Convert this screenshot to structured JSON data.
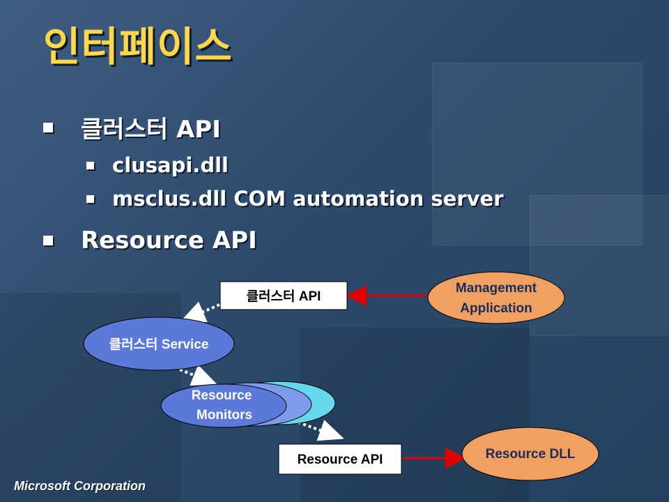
{
  "slide": {
    "title": "인터페이스",
    "bullets": [
      {
        "text": "클러스터 API"
      },
      {
        "text": "clusapi.dll"
      },
      {
        "text": "msclus.dll COM automation server"
      },
      {
        "text": "Resource API"
      }
    ],
    "footer": "Microsoft Corporation"
  },
  "diagram": {
    "cluster_api_box": "클러스터 API",
    "management_app": [
      "Management",
      "Application"
    ],
    "cluster_service": "클러스터 Service",
    "resource_monitors": [
      "Resource",
      "Monitors"
    ],
    "resource_api_box": "Resource API",
    "resource_dll": "Resource DLL",
    "colors": {
      "title": "#ffd84a",
      "arrow_red": "#e00000",
      "orange_node": "#f0a060",
      "blue_node": "#5a79d8",
      "mid_blue_node": "#7d9be8",
      "cyan_node": "#66d8ee"
    }
  }
}
